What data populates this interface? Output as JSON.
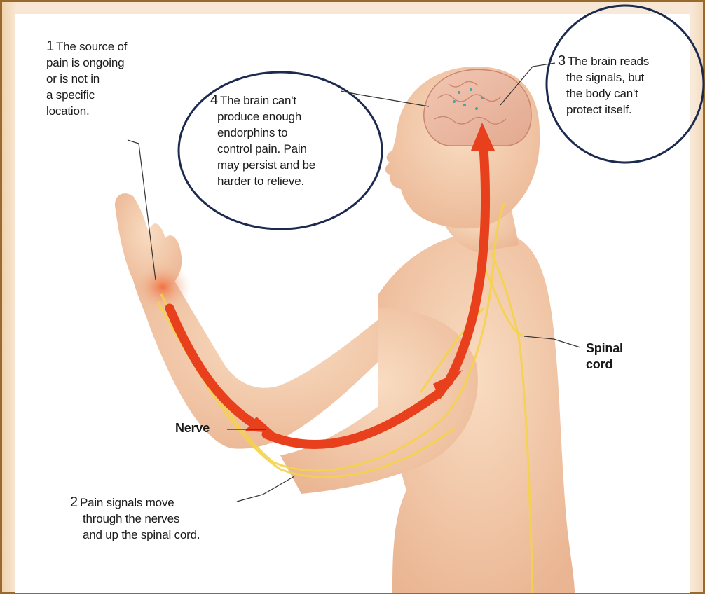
{
  "callouts": {
    "c1": {
      "number": "1",
      "lines": [
        "The source of",
        "pain is ongoing",
        "or is not in",
        "a specific",
        "location."
      ]
    },
    "c2": {
      "number": "2",
      "lines": [
        "Pain signals move",
        "through the nerves",
        "and up the spinal cord."
      ]
    },
    "c3": {
      "number": "3",
      "lines": [
        "The brain reads",
        "the signals, but",
        "the body can't",
        "protect itself."
      ]
    },
    "c4": {
      "number": "4",
      "lines": [
        "The brain can't",
        "produce enough",
        "endorphins to",
        "control pain. Pain",
        "may persist and be",
        "harder to relieve."
      ]
    }
  },
  "structure_labels": {
    "nerve": "Nerve",
    "spinal_cord": [
      "Spinal",
      "cord"
    ]
  },
  "colors": {
    "arrow": "#e8401c",
    "nerve": "#f5d34a",
    "skin": "#f3c9a8",
    "circle_border": "#1b2a4e",
    "frame_border": "#9a6a2c"
  }
}
